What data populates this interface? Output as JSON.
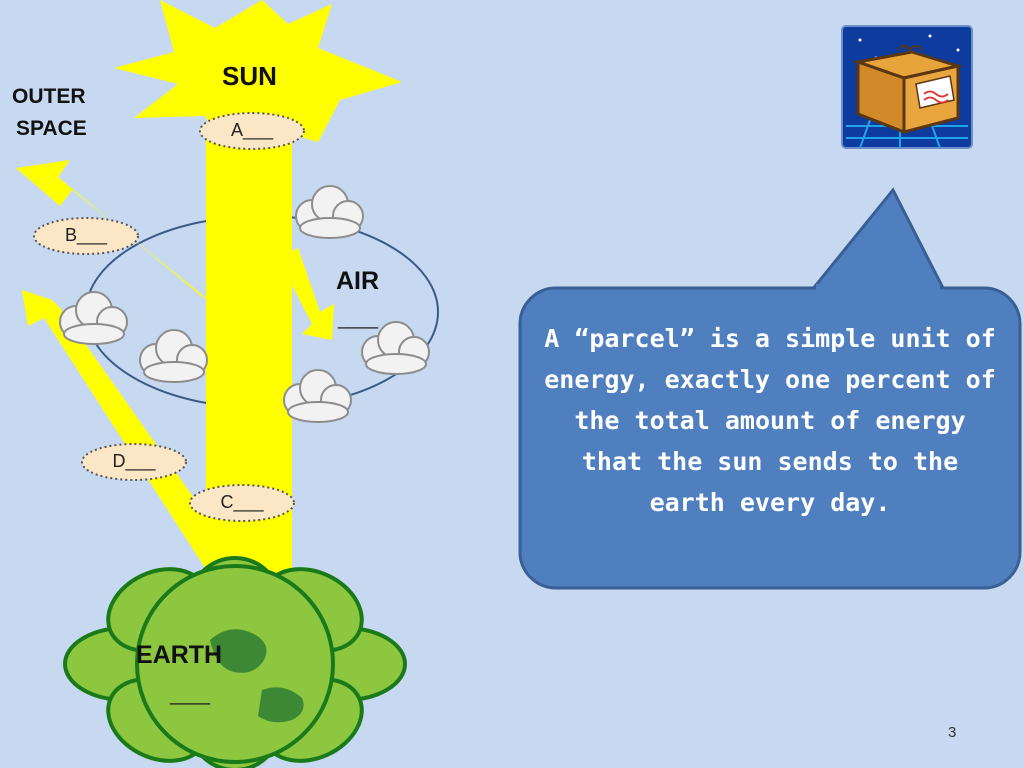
{
  "labels": {
    "sun": "SUN",
    "outer_space_line1": "OUTER",
    "outer_space_line2": "SPACE",
    "air": "AIR",
    "air_blank": "____",
    "earth": "EARTH",
    "earth_blank": "____"
  },
  "blanks": {
    "a": "A___",
    "b": "B___",
    "c": "C___",
    "d": "D___"
  },
  "callout": {
    "text": "A “parcel” is a simple unit of energy, exactly one percent of the total amount of energy that the sun sends to the earth every day."
  },
  "page_number": "3",
  "colors": {
    "background": "#c7d9f0",
    "sun": "#ffff00",
    "arrow": "#ffff00",
    "leaf_fill": "#8dc63f",
    "leaf_outline": "#1a7a1a",
    "bubble_fill": "#4f7fbf",
    "bubble_outline": "#3a5f94",
    "oval_fill": "#fbe6c6"
  },
  "icons": [
    "parcel-box-icon",
    "cloud-icon",
    "earth-globe-icon"
  ]
}
